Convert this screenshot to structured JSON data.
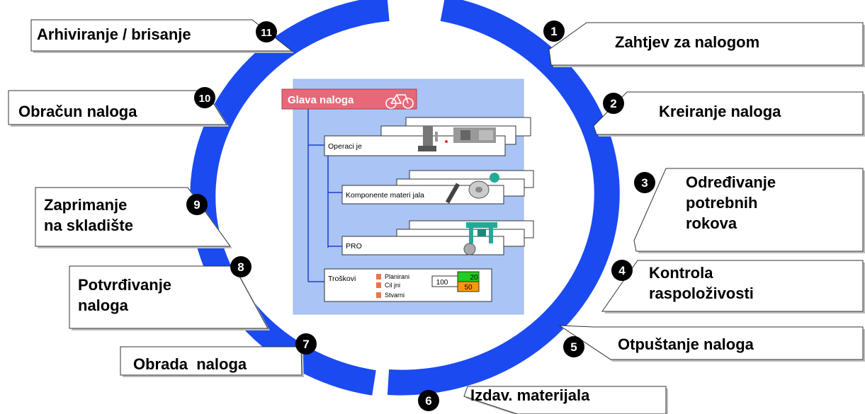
{
  "steps": [
    {
      "n": "1",
      "lines": [
        "Zahtjev za nalogom"
      ]
    },
    {
      "n": "2",
      "lines": [
        "Kreiranje naloga"
      ]
    },
    {
      "n": "3",
      "lines": [
        "Određivanje",
        "potrebnih",
        "rokova"
      ]
    },
    {
      "n": "4",
      "lines": [
        "Kontrola",
        "raspoloživosti"
      ]
    },
    {
      "n": "5",
      "lines": [
        "Otpuštanje naloga"
      ]
    },
    {
      "n": "6",
      "lines": [
        "Izdav. materijala"
      ]
    },
    {
      "n": "7",
      "lines": [
        "Obrada  naloga"
      ]
    },
    {
      "n": "8",
      "lines": [
        "Potvrđivanje",
        "naloga"
      ]
    },
    {
      "n": "9",
      "lines": [
        "Zaprimanje",
        "na skladište"
      ]
    },
    {
      "n": "10",
      "lines": [
        "Obračun naloga"
      ]
    },
    {
      "n": "11",
      "lines": [
        "Arhiviranje / brisanje"
      ]
    }
  ],
  "panel": {
    "header": "Glava naloga",
    "operations": "Operaci je",
    "components": "Komponente materi jala",
    "pro": "PRO",
    "costs": {
      "label": "Troškovi",
      "planned": "Planirani",
      "target": "Cil jni",
      "actual": "Stvarni",
      "value_100": "100",
      "value_20": "20",
      "value_50": "50"
    }
  },
  "colors": {
    "ring": "#1a4af0",
    "panel_bg": "#a9c4f5",
    "header_bg": "#e8687a",
    "tree_line": "#1a3fd0",
    "green": "#22cc22",
    "orange": "#ff9900"
  }
}
